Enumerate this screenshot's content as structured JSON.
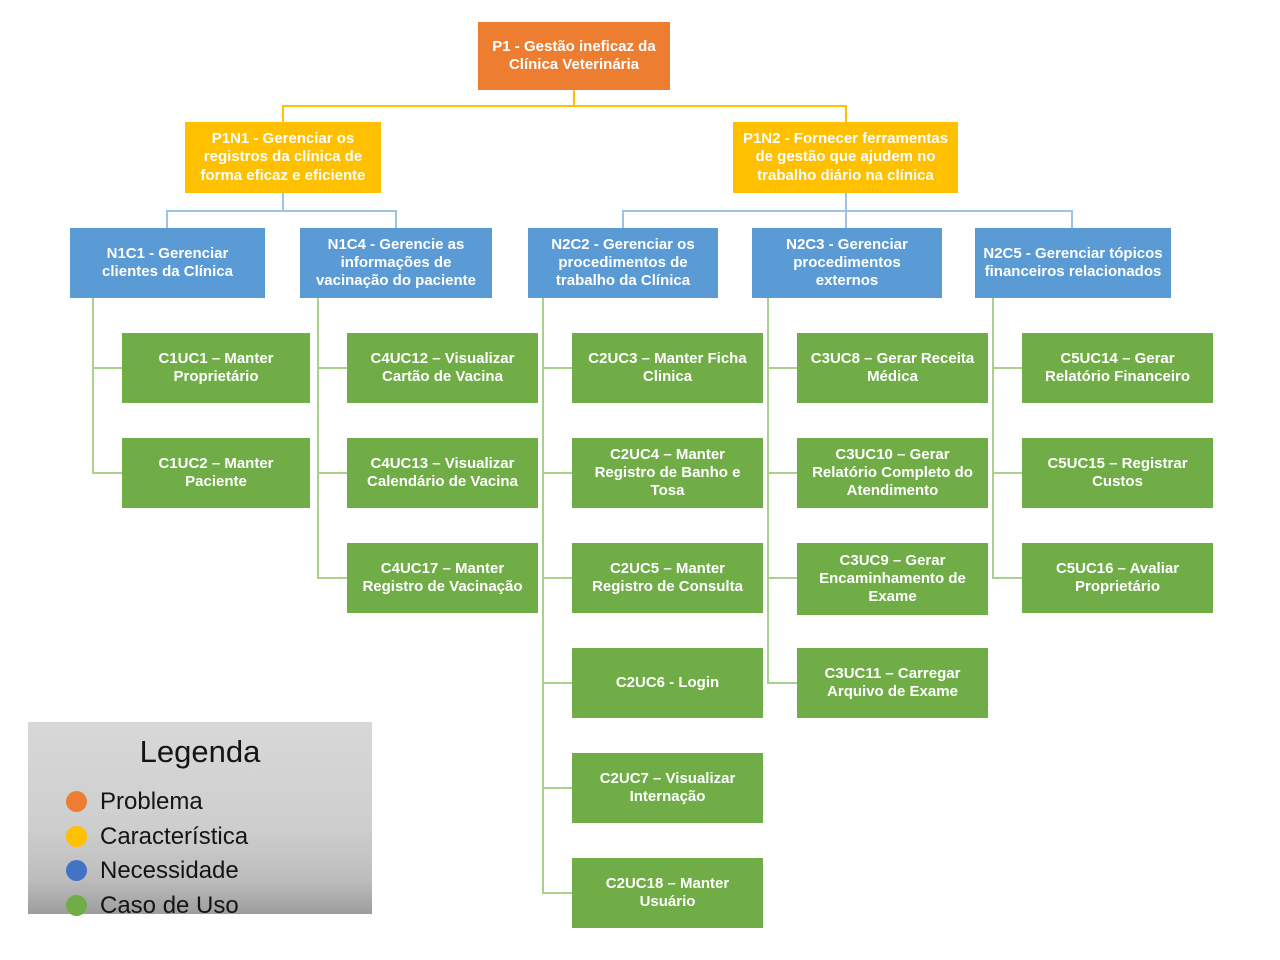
{
  "palette": {
    "problema": "#ED7D31",
    "caracteristica": "#FFC000",
    "necessidade": "#5B9BD5",
    "caso_de_uso": "#70AD47",
    "connector_caracteristica": "#FFC000",
    "connector_necessidade": "#9DC3E6",
    "connector_caso_de_uso": "#A9D18E"
  },
  "tree": {
    "root": {
      "label": "P1 - Gestão ineficaz da Clínica Veterinária",
      "type": "Problema",
      "children": [
        {
          "label": "P1N1 - Gerenciar os registros da clínica de forma eficaz e eficiente",
          "type": "Característica",
          "children": [
            {
              "label": "N1C1 - Gerenciar clientes da Clínica",
              "type": "Necessidade",
              "children": [
                {
                  "label": "C1UC1 – Manter Proprietário",
                  "type": "Caso de Uso"
                },
                {
                  "label": "C1UC2 – Manter Paciente",
                  "type": "Caso de Uso"
                }
              ]
            },
            {
              "label": "N1C4 - Gerencie as informações de vacinação do paciente",
              "type": "Necessidade",
              "children": [
                {
                  "label": "C4UC12 – Visualizar Cartão de Vacina",
                  "type": "Caso de Uso"
                },
                {
                  "label": "C4UC13 – Visualizar Calendário de Vacina",
                  "type": "Caso de Uso"
                },
                {
                  "label": "C4UC17 – Manter Registro de Vacinação",
                  "type": "Caso de Uso"
                }
              ]
            }
          ]
        },
        {
          "label": "P1N2 - Fornecer ferramentas de gestão que ajudem no trabalho diário na clínica",
          "type": "Característica",
          "children": [
            {
              "label": "N2C2 - Gerenciar os procedimentos de trabalho da Clínica",
              "type": "Necessidade",
              "children": [
                {
                  "label": "C2UC3 – Manter Ficha Clinica",
                  "type": "Caso de Uso"
                },
                {
                  "label": "C2UC4 – Manter Registro de Banho e Tosa",
                  "type": "Caso de Uso"
                },
                {
                  "label": "C2UC5 – Manter Registro de Consulta",
                  "type": "Caso de Uso"
                },
                {
                  "label": "C2UC6 - Login",
                  "type": "Caso de Uso"
                },
                {
                  "label": "C2UC7 – Visualizar Internação",
                  "type": "Caso de Uso"
                },
                {
                  "label": "C2UC18 – Manter Usuário",
                  "type": "Caso de Uso"
                }
              ]
            },
            {
              "label": "N2C3 - Gerenciar procedimentos externos",
              "type": "Necessidade",
              "children": [
                {
                  "label": "C3UC8 – Gerar Receita Médica",
                  "type": "Caso de Uso"
                },
                {
                  "label": "C3UC10 – Gerar Relatório Completo do Atendimento",
                  "type": "Caso de Uso"
                },
                {
                  "label": "C3UC9 – Gerar Encaminhamento de Exame",
                  "type": "Caso de Uso"
                },
                {
                  "label": "C3UC11 – Carregar Arquivo de Exame",
                  "type": "Caso de Uso"
                }
              ]
            },
            {
              "label": "N2C5 - Gerenciar tópicos financeiros relacionados",
              "type": "Necessidade",
              "children": [
                {
                  "label": "C5UC14 – Gerar Relatório Financeiro",
                  "type": "Caso de Uso"
                },
                {
                  "label": "C5UC15 – Registrar Custos",
                  "type": "Caso de Uso"
                },
                {
                  "label": "C5UC16 – Avaliar Proprietário",
                  "type": "Caso de Uso"
                }
              ]
            }
          ]
        }
      ]
    }
  },
  "legend": {
    "title": "Legenda",
    "items": [
      {
        "label": "Problema",
        "color": "#ED7D31"
      },
      {
        "label": "Característica",
        "color": "#FFC000"
      },
      {
        "label": "Necessidade",
        "color": "#4472C4"
      },
      {
        "label": "Caso de Uso",
        "color": "#70AD47"
      }
    ]
  }
}
